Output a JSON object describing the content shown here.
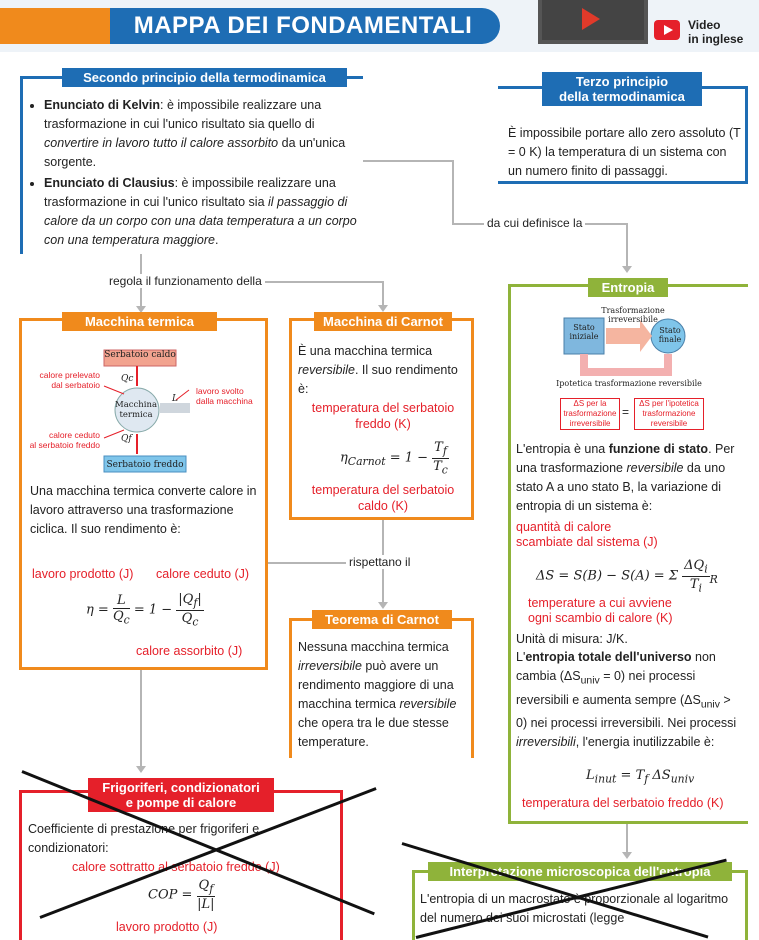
{
  "header": {
    "title": "MAPPA DEI FONDAMENTALI",
    "video_label_1": "Video",
    "video_label_2": "in inglese"
  },
  "second_law": {
    "title": "Secondo principio della termodinamica",
    "kelvin_head": "Enunciato di Kelvin",
    "kelvin_text_1": ": è impossibile realizzare una trasformazione in cui l'unico risultato sia quello di ",
    "kelvin_italic": "convertire in lavoro tutto il calore assorbito",
    "kelvin_text_2": " da un'unica sorgente.",
    "clausius_head": "Enunciato di Clausius",
    "clausius_text_1": ": è impossibile realizzare una trasformazione in cui l'unico risultato sia ",
    "clausius_italic": "il passaggio di calore da un corpo con una data temperatura a un corpo con una temperatura maggiore",
    "clausius_text_2": "."
  },
  "third_law": {
    "title_1": "Terzo principio",
    "title_2": "della termodinamica",
    "text": "È impossibile portare allo zero assoluto (T = 0 K) la temperatura di un sistema con un numero finito di passaggi."
  },
  "connectors": {
    "da_cui": "da cui definisce la",
    "regola": "regola il funzionamento della",
    "rispettano": "rispettano il"
  },
  "heat_engine": {
    "title": "Macchina termica",
    "hot": "Serbatoio caldo",
    "cold": "Serbatoio freddo",
    "machine_1": "Macchina",
    "machine_2": "termica",
    "q_in_1": "calore prelevato",
    "q_in_2": "dal serbatoio",
    "work_1": "lavoro svolto",
    "work_2": "dalla macchina",
    "q_out_1": "calore ceduto",
    "q_out_2": "al serbatoio freddo",
    "Qc": "Qc",
    "Qf": "Qf",
    "L": "L",
    "text": "Una macchina termica converte calore in lavoro attraverso una trasformazione ciclica. Il suo rendimento è:",
    "lab_work": "lavoro prodotto (J)",
    "lab_ceded": "calore ceduto (J)",
    "lab_absorbed": "calore assorbito (J)"
  },
  "carnot_machine": {
    "title": "Macchina di Carnot",
    "text_1": "È una macchina termica ",
    "text_italic": "reversibile",
    "text_2": ". Il suo rendimento è:",
    "lab_cold_1": "temperatura del serbatoio",
    "lab_cold_2": "freddo (K)",
    "lab_hot_1": "temperatura del serbatoio",
    "lab_hot_2": "caldo (K)"
  },
  "carnot_theorem": {
    "title": "Teorema di Carnot",
    "text_1": "Nessuna macchina termica ",
    "text_it_1": "irreversibile",
    "text_2": " può avere un rendimento maggiore di una macchina termica ",
    "text_it_2": "reversibile",
    "text_3": " che opera tra le due stesse temperature."
  },
  "entropy": {
    "title": "Entropia",
    "diag_state_i_1": "Stato",
    "diag_state_i_2": "iniziale",
    "diag_state_f_1": "Stato",
    "diag_state_f_2": "finale",
    "diag_irr_1": "Trasformazione",
    "diag_irr_2": "irreversibile",
    "diag_rev": "Ipotetica trasformazione reversibile",
    "box_l_1": "ΔS per la",
    "box_l_2": "trasformazione",
    "box_l_3": "irreversibile",
    "box_r_1": "ΔS per l'ipotetica",
    "box_r_2": "trasformazione",
    "box_r_3": "reversibile",
    "p1_a": "L'entropia è una ",
    "p1_b": "funzione di stato",
    "p1_c": ". Per una trasformazione ",
    "p1_d": "reversibile",
    "p1_e": " da uno stato A a uno stato B, la variazione di entropia di un sistema è:",
    "lab_q_1": "quantità di calore",
    "lab_q_2": "scambiate dal sistema (J)",
    "lab_t_1": "temperature a cui avviene",
    "lab_t_2": "ogni scambio di calore (K)",
    "unit": "Unità di misura: J/K.",
    "p2_a": "L'",
    "p2_b": "entropia totale dell'universo",
    "p2_c": " non cambia (ΔS",
    "p2_d": " = 0) nei processi reversibili e aumenta sempre (ΔS",
    "p2_e": " > 0) nei processi irreversibili. Nei processi ",
    "p2_f": "irreversibili",
    "p2_g": ", l'energia inutilizzabile è:",
    "lab_tf": "temperatura del serbatoio freddo (K)"
  },
  "fridge": {
    "title_1": "Frigoriferi, condizionatori",
    "title_2": "e pompe di calore",
    "text": "Coefficiente di prestazione per frigoriferi e condizionatori:",
    "lab_q": "calore sottratto al serbatoio freddo (J)",
    "lab_l": "lavoro prodotto (J)"
  },
  "micro": {
    "title": "Interpretazione microscopica dell'entropia",
    "text": "L'entropia di un macrostato è proporzionale al logaritmo del numero dei suoi microstati (legge"
  }
}
